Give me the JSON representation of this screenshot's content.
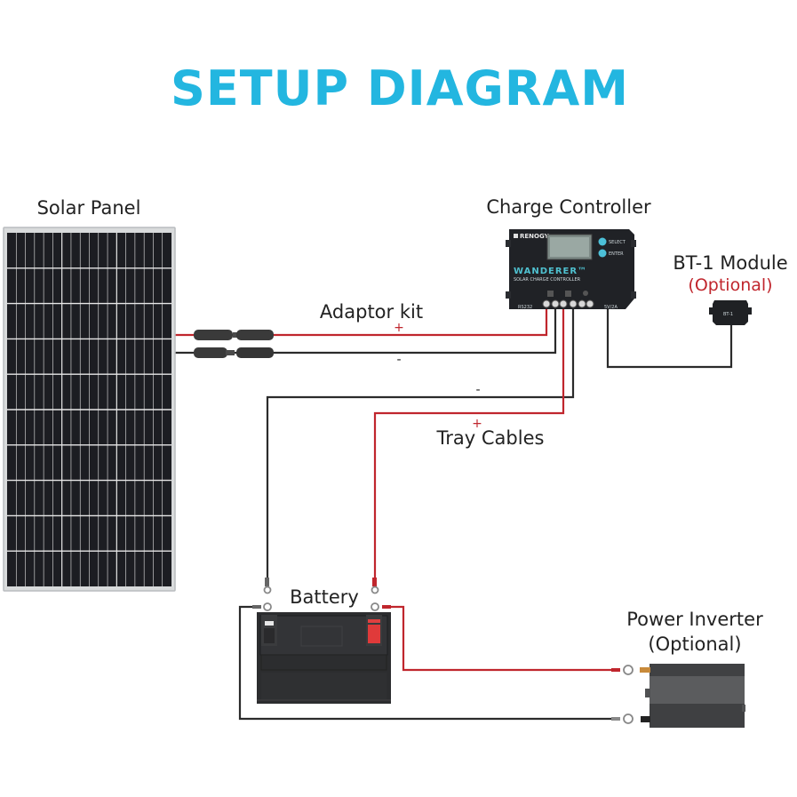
{
  "title": "SETUP DIAGRAM",
  "components": {
    "solar_panel": {
      "label": "Solar Panel"
    },
    "charge_controller": {
      "label": "Charge Controller",
      "brand": "RENOGY",
      "model_name": "WANDERER™",
      "subtitle": "SOLAR CHARGE CONTROLLER",
      "button_select": "SELECT",
      "button_enter": "ENTER",
      "port_label": "RS232",
      "usb_label": "5V/2A"
    },
    "bt_module": {
      "label": "BT-1 Module",
      "optional": "(Optional)",
      "device_text": "BT-1"
    },
    "battery": {
      "label": "Battery"
    },
    "power_inverter": {
      "label": "Power Inverter",
      "optional": "(Optional)"
    }
  },
  "cables": {
    "adaptor_kit": {
      "label": "Adaptor kit",
      "positive": "+",
      "negative": "-"
    },
    "tray_cables": {
      "label": "Tray Cables",
      "positive": "+",
      "negative": "-"
    }
  },
  "colors": {
    "title": "#23b6e0",
    "positive_wire": "#c0262d",
    "negative_wire": "#2b2b2b",
    "optional_text": "#c0262d"
  }
}
